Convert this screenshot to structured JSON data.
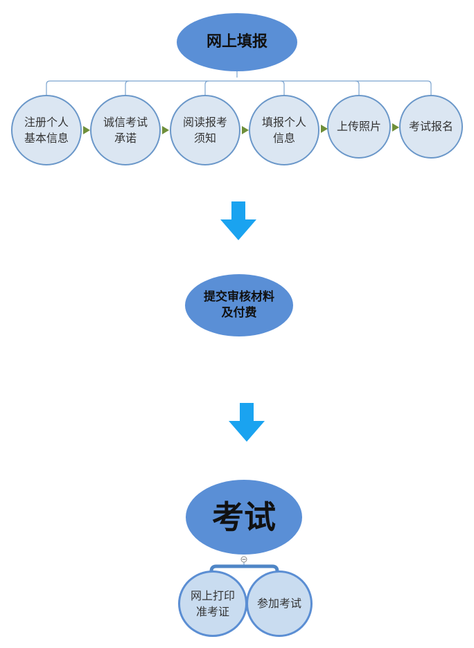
{
  "top_node": {
    "label": "网上填报"
  },
  "steps": [
    {
      "label": "注册个人\n基本信息"
    },
    {
      "label": "诚信考试\n承诺"
    },
    {
      "label": "阅读报考\n须知"
    },
    {
      "label": "填报个人\n信息"
    },
    {
      "label": "上传照片"
    },
    {
      "label": "考试报名"
    }
  ],
  "middle_node": {
    "label": "提交审核材料\n及付费"
  },
  "exam_node": {
    "label": "考试"
  },
  "exam_children": [
    {
      "label": "网上打印\n准考证"
    },
    {
      "label": "参加考试"
    }
  ],
  "colors": {
    "main_ellipse": "#5a8fd6",
    "step_fill": "#dbe6f2",
    "step_border": "#6a97c9",
    "flow_arrow": "#6f8f3a",
    "down_arrow": "#1aa3f0"
  }
}
